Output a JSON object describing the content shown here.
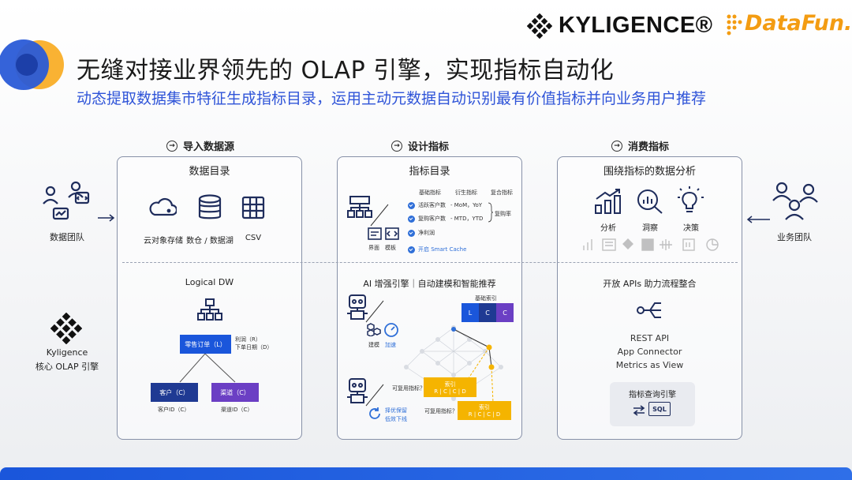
{
  "header": {
    "title": "无缝对接业界领先的 OLAP 引擎，实现指标自动化",
    "subtitle": "动态提取数据集市特征生成指标目录，运用主动元数据自动识别最有价值指标并向业务用户推荐",
    "logo_kyligence": "KYLIGENCE®",
    "logo_datafun": "DataFun."
  },
  "steps": {
    "import": "导入数据源",
    "design": "设计指标",
    "consume": "消费指标"
  },
  "left": {
    "data_team": "数据团队",
    "kyligence_line1": "Kyligence",
    "kyligence_line2": "核心 OLAP 引擎"
  },
  "right": {
    "business_team": "业务团队"
  },
  "panel1": {
    "title": "数据目录",
    "sources": [
      "云对象存储",
      "数仓 / 数据湖",
      "CSV"
    ],
    "logical_dw": "Logical DW",
    "fact_table": "零售订单（L）",
    "fact_fields": [
      "利润（R）",
      "下单日期（D）"
    ],
    "dim1": "客户（C）",
    "dim1_sub": "客户ID（C）",
    "dim2": "渠道（C）",
    "dim2_sub": "渠道ID（C）"
  },
  "panel2": {
    "title": "指标目录",
    "col_heads": [
      "基础指标",
      "衍生指标",
      "复合指标"
    ],
    "metrics": [
      {
        "base": "活跃客户数",
        "derived": "- MoM，YoY"
      },
      {
        "base": "复购客户数",
        "derived": "- MTD，YTD"
      },
      {
        "base": "净利润",
        "derived": ""
      }
    ],
    "composite": "复购率",
    "smart_cache": "开启 Smart Cache",
    "icon_labels": [
      "界面",
      "模板"
    ],
    "ai_title": "AI 增强引擎｜自动建模和智能推荐",
    "build_label": "建模",
    "accel_label": "加速",
    "base_index": "基础索引",
    "base_cells": [
      "L",
      "C",
      "C"
    ],
    "reusable1": "可复用指标？",
    "reusable2": "可复用指标？",
    "index_box": "索引",
    "index_cells": "R | C | C | D",
    "optimize_line1": "择优保留",
    "optimize_line2": "低效下线"
  },
  "panel3": {
    "title": "围绕指标的数据分析",
    "analysis": [
      "分析",
      "洞察",
      "决策"
    ],
    "apis_title": "开放 APIs 助力流程整合",
    "api_list": [
      "REST API",
      "App Connector",
      "Metrics as View"
    ],
    "query_engine": "指标查询引擎",
    "sql_label": "SQL"
  },
  "colors": {
    "blue": "#1a56db",
    "accent": "#2f54d8",
    "orange": "#f5b400",
    "purple": "#6b3fc4",
    "navy": "#1f3a93"
  }
}
